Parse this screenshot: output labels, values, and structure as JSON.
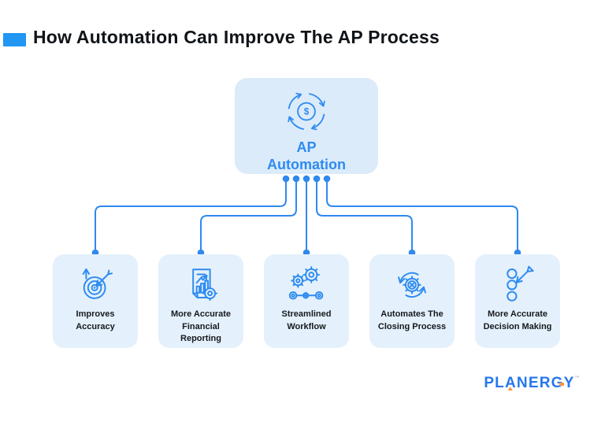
{
  "header": {
    "title": "How Automation Can Improve The AP Process"
  },
  "center_node": {
    "label": "AP\nAutomation",
    "icon": "ap-automation-cycle-icon"
  },
  "nodes": [
    {
      "id": "improves-accuracy",
      "label": "Improves\nAccuracy",
      "icon": "target-dart-icon"
    },
    {
      "id": "accurate-financial-reporting",
      "label": "More Accurate\nFinancial\nReporting",
      "icon": "financial-report-icon"
    },
    {
      "id": "streamlined-workflow",
      "label": "Streamlined\nWorkflow",
      "icon": "gears-workflow-icon"
    },
    {
      "id": "automates-closing-process",
      "label": "Automates The\nClosing Process",
      "icon": "automated-closing-icon"
    },
    {
      "id": "accurate-decision-making",
      "label": "More Accurate\nDecision Making",
      "icon": "decision-dart-icon"
    }
  ],
  "footer": {
    "logo": {
      "part1": "PL",
      "part2": "A",
      "part3": "NER",
      "part4": "G",
      "part5": "Y",
      "trademark": "™"
    }
  },
  "colors": {
    "accent_blue": "#2196F3",
    "line_blue": "#2F89EE",
    "icon_blue": "#2E8BF0",
    "card_fill": "#E4F1FC",
    "center_card_fill": "#DCEBFA",
    "title_text": "#101418",
    "label_text": "#17191D",
    "logo_blue": "#2677EC",
    "logo_orange": "#F2994A"
  }
}
